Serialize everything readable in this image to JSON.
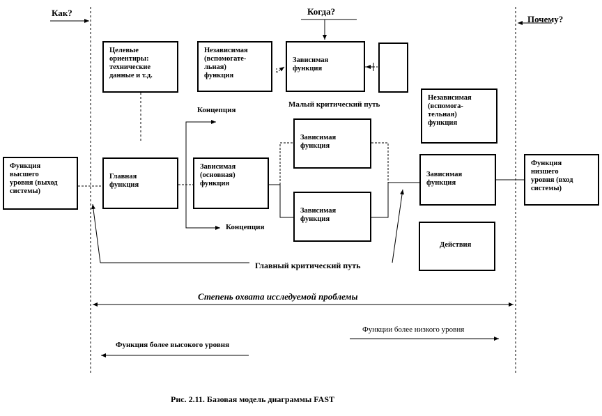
{
  "headers": {
    "how": "Как?",
    "when": "Когда?",
    "why": "Почему?"
  },
  "boxes": {
    "higher_level": "Функция\nвысшего\nуровня   (выход\nсистемы)",
    "goal_orientation": "Целевые\nориентиры:\nтехнические\nданные  и т.д.",
    "independent_top": "Независимая\n(вспомогате-\nльная)\nфункция",
    "dependent_top": "Зависимая\nфункция",
    "empty_box": "",
    "independent_right": "Независимая\n(вспомога-\nтельная)\nфункция",
    "main_function": "Главная\nфункция",
    "dependent_basic": "Зависимая\n(основная)\nфункция",
    "dependent_mid_upper": "Зависимая\nфункция",
    "dependent_mid_lower": "Зависимая\nфункция",
    "dependent_right": "Зависимая\nфункция",
    "action": "Действия",
    "lower_level": "Функция\nнизшего\nуровня       (вход\nсистемы)"
  },
  "labels": {
    "concept_top": "Концепция",
    "concept_bottom": "Концепция",
    "small_critical_path": "Малый критический путь",
    "main_critical_path": "Главный критический путь",
    "scope": "Степень охвата исследуемой проблемы",
    "lower_level_functions": "Функции более низкого уровня",
    "higher_level_functions": "Функция более высокого уровня",
    "caption": "Рис. 2.11. Базовая модель диаграммы FAST"
  }
}
